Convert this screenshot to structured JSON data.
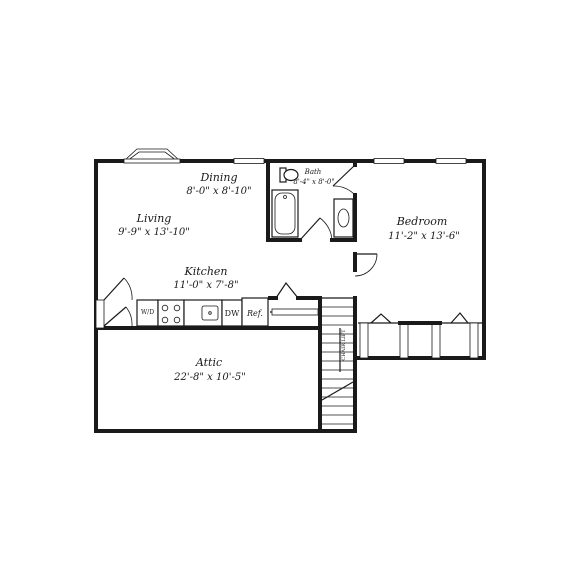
{
  "rooms": {
    "dining": {
      "name": "Dining",
      "dims": "8'-0\" x 8'-10\""
    },
    "living": {
      "name": "Living",
      "dims": "9'-9\" x 13'-10\""
    },
    "kitchen": {
      "name": "Kitchen",
      "dims": "11'-0\" x 7'-8\""
    },
    "bath": {
      "name": "Bath",
      "dims": "8'-4\" x 8'-0\""
    },
    "bedroom": {
      "name": "Bedroom",
      "dims": "11'-2\" x 13'-6\""
    },
    "attic": {
      "name": "Attic",
      "dims": "22'-8\" x 10'-5\""
    }
  },
  "appliances": {
    "washer_dryer": "W/D",
    "dishwasher": "DW",
    "refrigerator": "Ref."
  },
  "stairs": {
    "label": "CHAIR LIFT"
  },
  "colors": {
    "wall": "#1a1a1a",
    "background": "#ffffff"
  }
}
